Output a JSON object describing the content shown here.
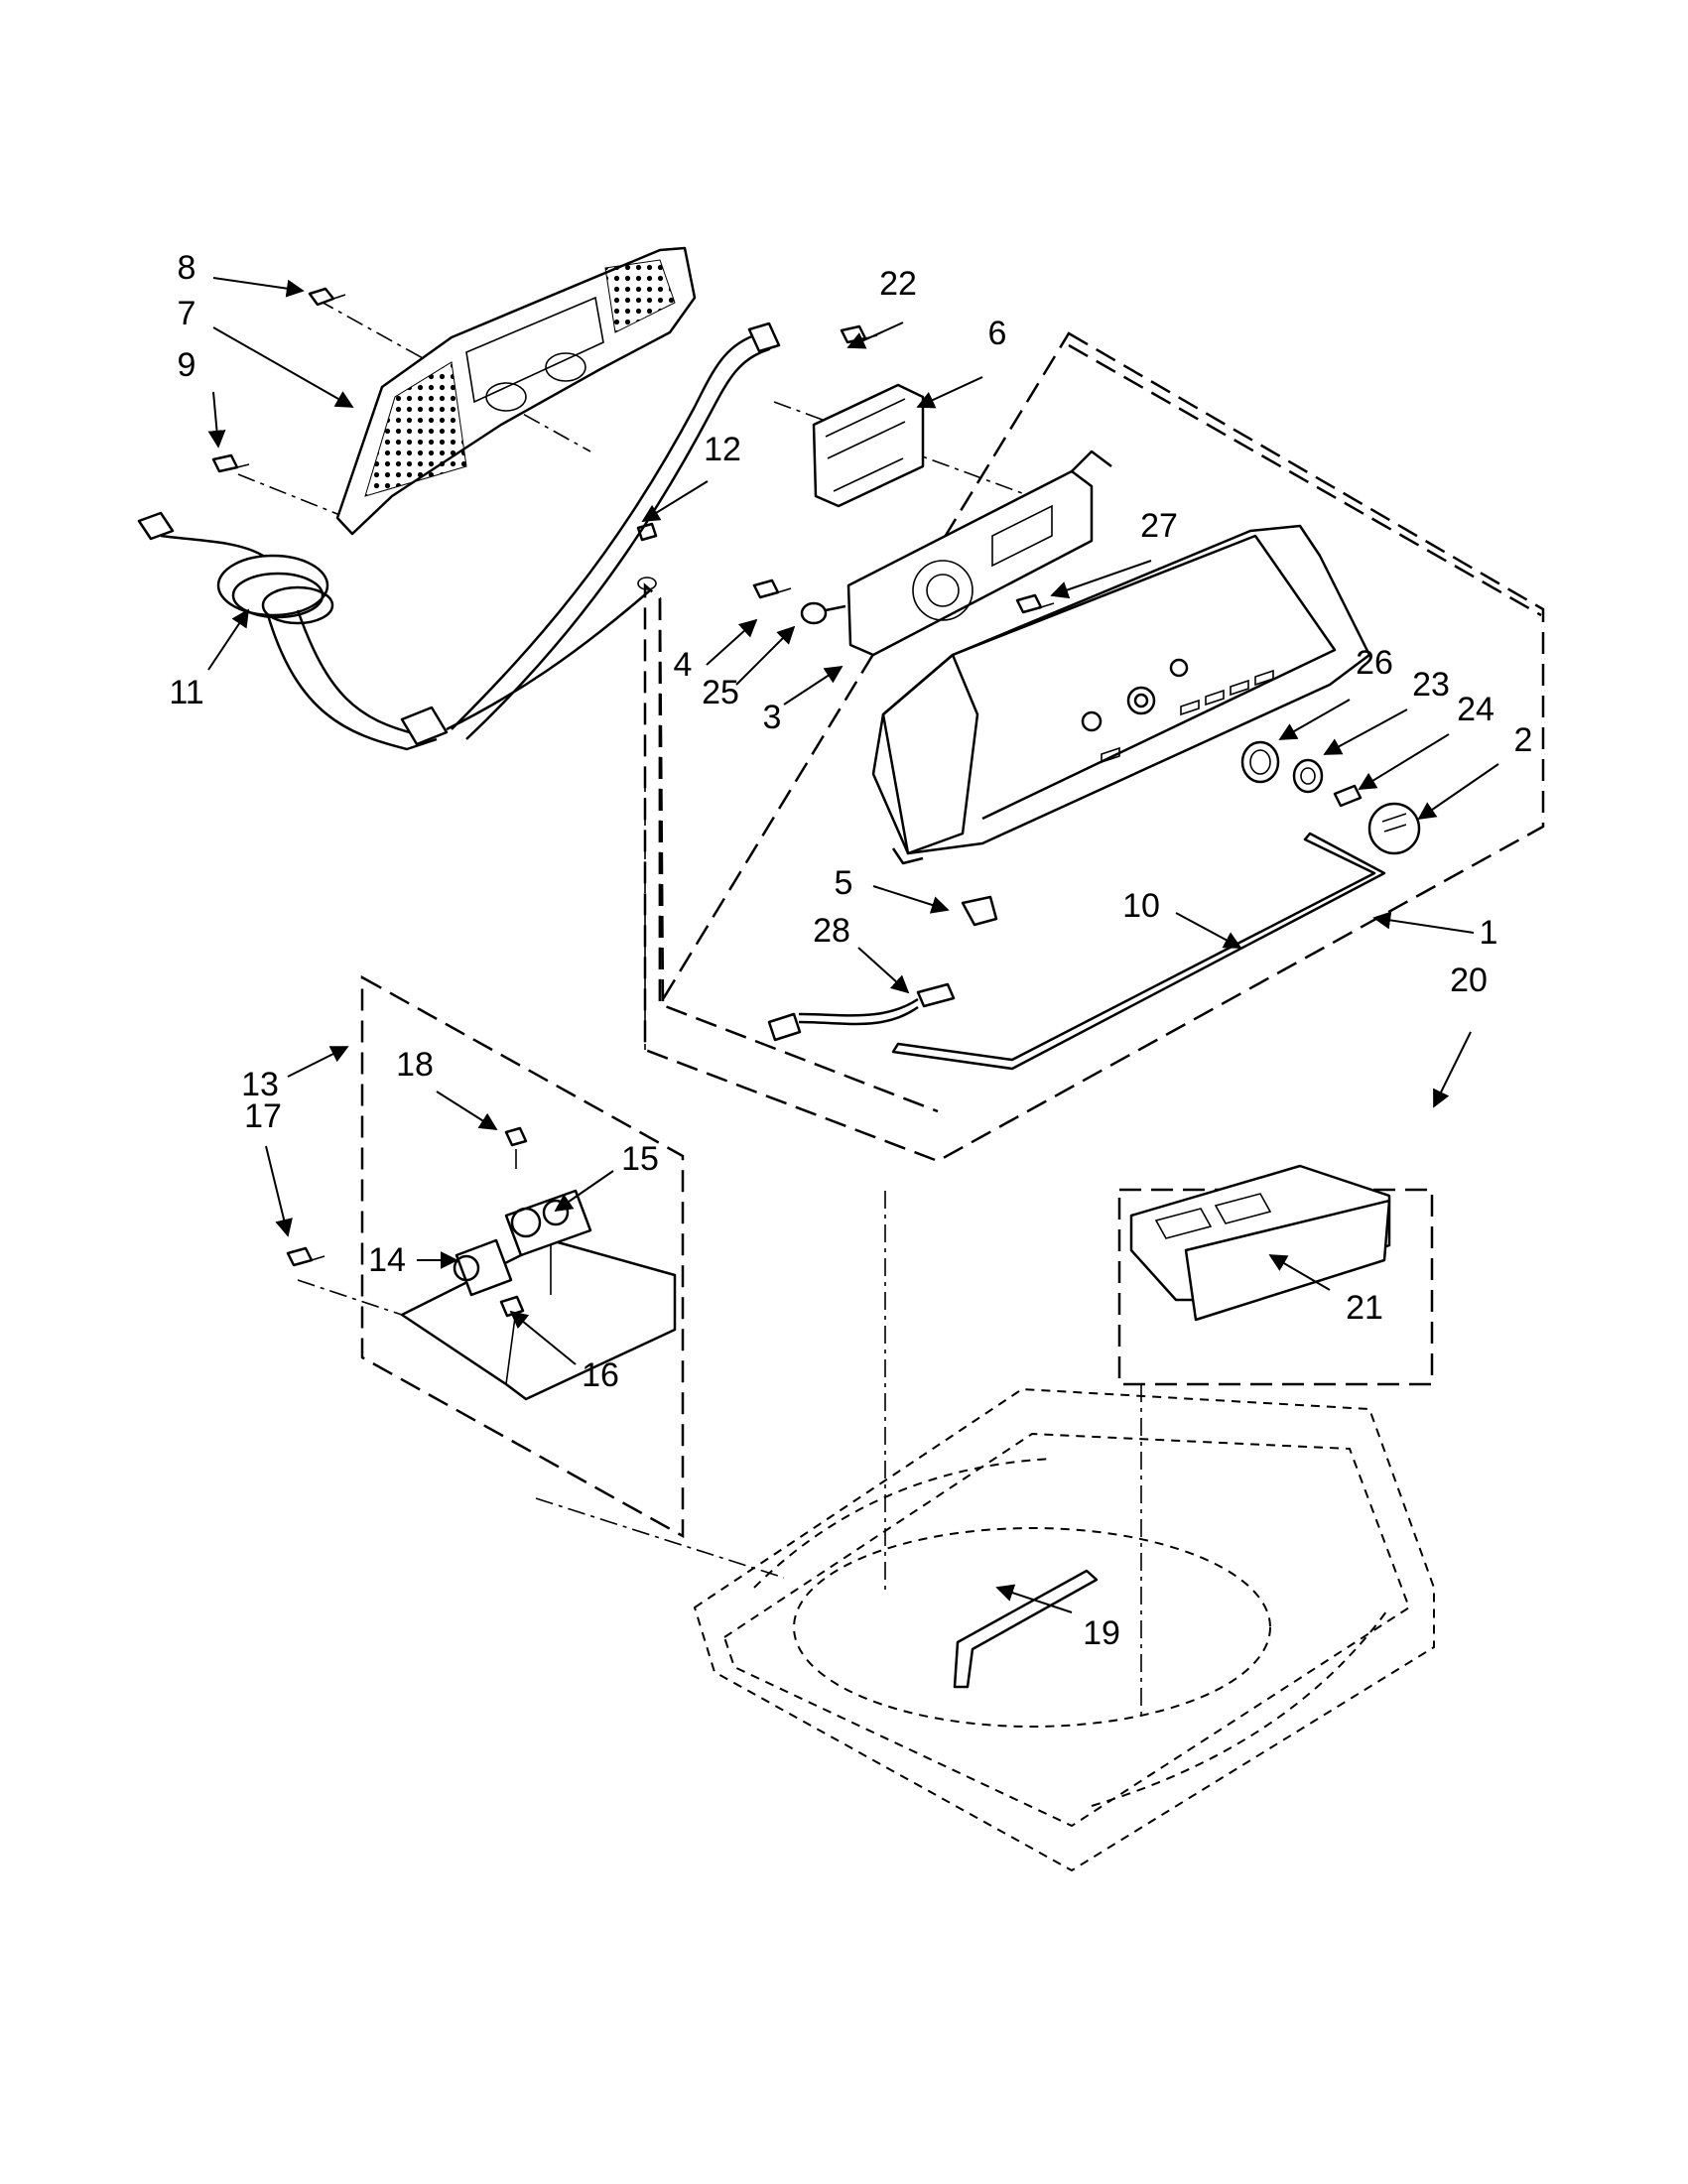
{
  "diagram": {
    "colors": {
      "ink": "#000000",
      "background": "#ffffff"
    },
    "callouts": {
      "c1": "1",
      "c2": "2",
      "c3": "3",
      "c4": "4",
      "c5": "5",
      "c6": "6",
      "c7": "7",
      "c8": "8",
      "c9": "9",
      "c10": "10",
      "c11": "11",
      "c12": "12",
      "c13": "13",
      "c14": "14",
      "c15": "15",
      "c16": "16",
      "c17": "17",
      "c18": "18",
      "c19": "19",
      "c20": "20",
      "c21": "21",
      "c22": "22",
      "c23": "23",
      "c24": "24",
      "c25": "25",
      "c26": "26",
      "c27": "27",
      "c28": "28"
    }
  }
}
